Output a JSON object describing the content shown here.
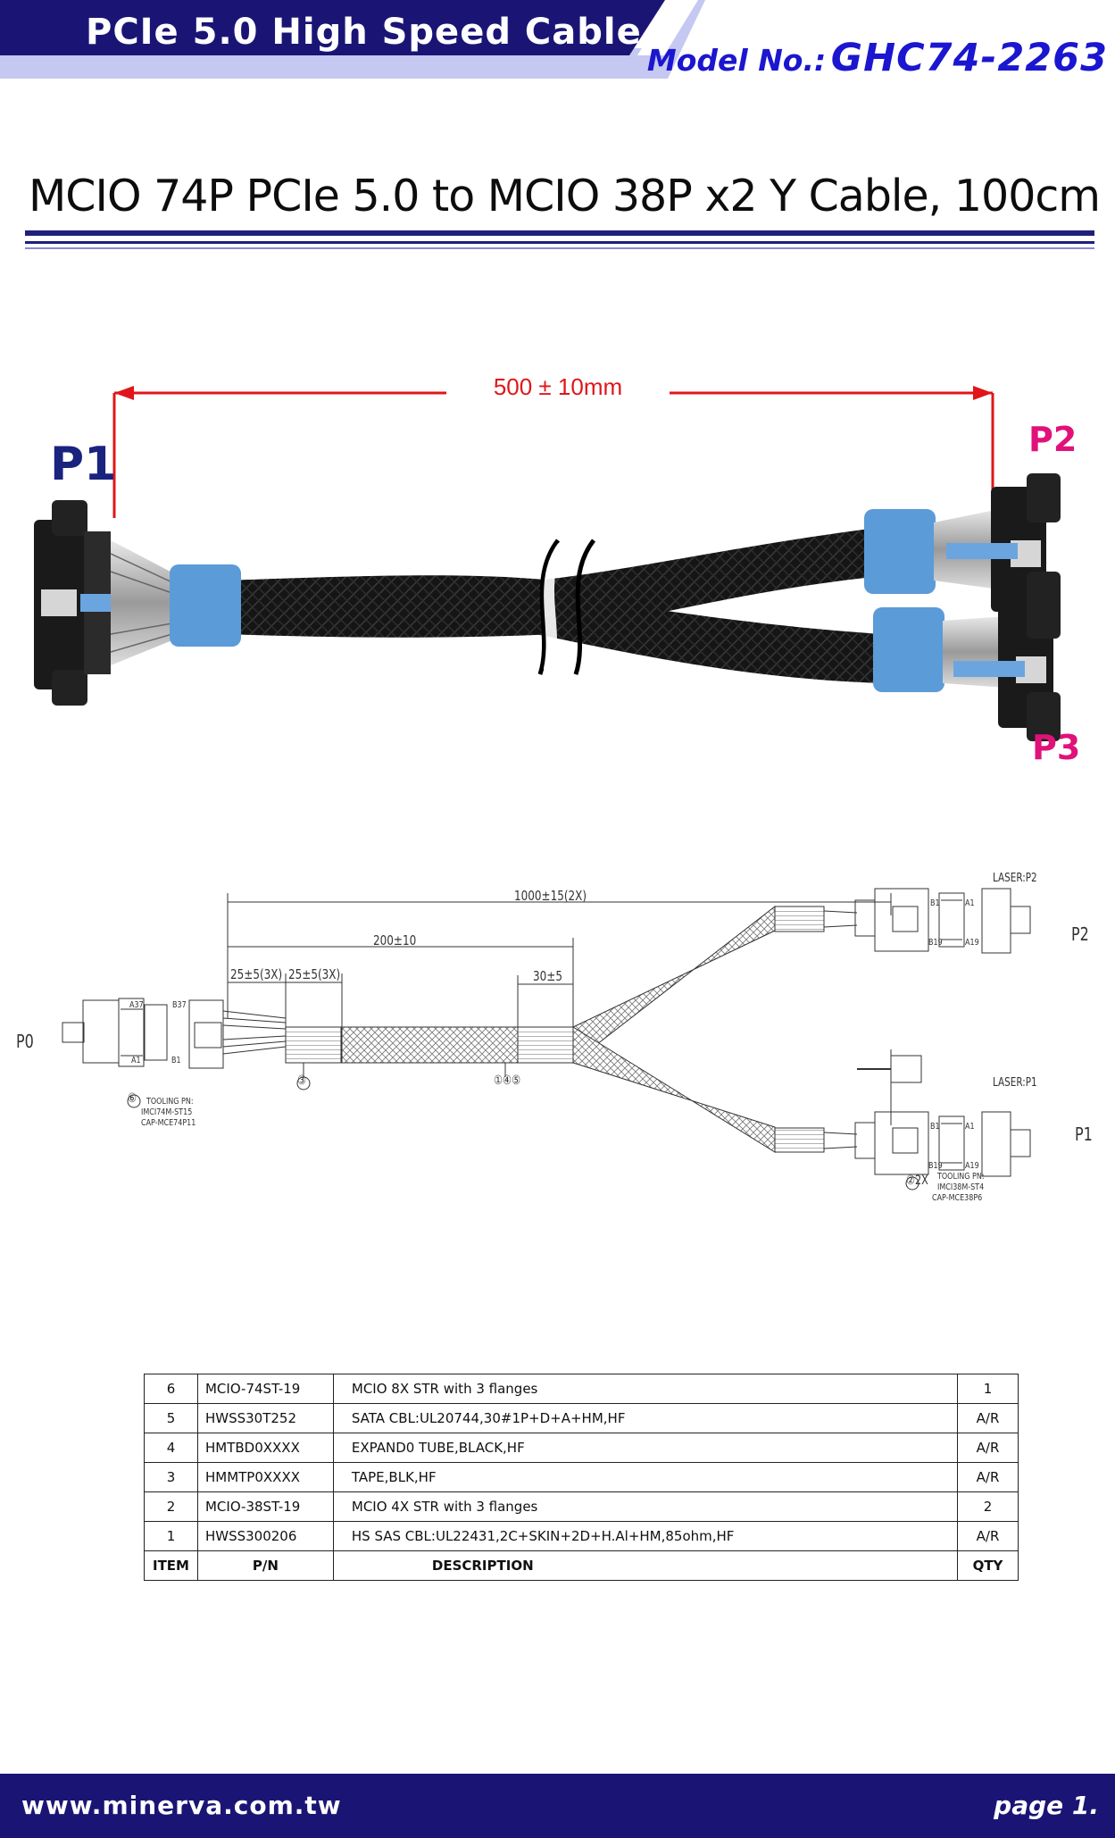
{
  "header": {
    "title": "PCIe 5.0 High Speed Cable",
    "model_label": "Model No.:",
    "model_number": "GHC74-2263",
    "colors": {
      "band": "#1a1575",
      "accent": "#1b16cf",
      "stripe": "#c5c8f0"
    }
  },
  "product_title": "MCIO 74P PCIe 5.0 to MCIO 38P x2 Y Cable, 100cm",
  "photo": {
    "label_p1": "P1",
    "label_p2": "P2",
    "label_p3": "P3",
    "dimension": "500 ± 10mm",
    "colors": {
      "p1": "#1a237e",
      "p2_p3": "#e0127a",
      "dimension": "#e0161a"
    }
  },
  "drawing": {
    "overall_length": "1000±15(2X)",
    "branch_length": "200±10",
    "seg_a": "25±5(3X)",
    "seg_b": "25±5(3X)",
    "seg_c": "30±5",
    "p0": "P0",
    "p1": "P1",
    "p2": "P2",
    "laser_p2": "LASER:P2",
    "laser_p1": "LASER:P1",
    "pin_a37": "A37",
    "pin_b37": "B37",
    "pin_a1": "A1",
    "pin_b1": "B1",
    "pin_b1r": "B1",
    "pin_a1r": "A1",
    "pin_b19": "B19",
    "pin_a19": "A19",
    "pin_b1r2": "B1",
    "pin_a1r2": "A1",
    "pin_b19r2": "B19",
    "pin_a19r2": "A19",
    "callout_6": "⑥",
    "tooling_left_1": "TOOLING PN:",
    "tooling_left_2": "IMCI74M-ST15",
    "tooling_left_3": "CAP-MCE74P11",
    "callout_3": "③",
    "callout_145": "①④⑤",
    "callout_2": "②2X",
    "tooling_right_1": "TOOLING PN:",
    "tooling_right_2": "IMCI38M-ST4",
    "tooling_right_3": "CAP-MCE38P6"
  },
  "bom": {
    "rows": [
      {
        "item": "6",
        "pn": "MCIO-74ST-19",
        "desc": "MCIO 8X STR with 3 flanges",
        "qty": "1"
      },
      {
        "item": "5",
        "pn": "HWSS30T252",
        "desc": "SATA CBL:UL20744,30#1P+D+A+HM,HF",
        "qty": "A/R"
      },
      {
        "item": "4",
        "pn": "HMTBD0XXXX",
        "desc": "EXPAND0 TUBE,BLACK,HF",
        "qty": "A/R"
      },
      {
        "item": "3",
        "pn": "HMMTP0XXXX",
        "desc": "TAPE,BLK,HF",
        "qty": "A/R"
      },
      {
        "item": "2",
        "pn": "MCIO-38ST-19",
        "desc": "MCIO 4X STR with 3 flanges",
        "qty": "2"
      },
      {
        "item": "1",
        "pn": "HWSS300206",
        "desc": "HS SAS CBL:UL22431,2C+SKIN+2D+H.Al+HM,85ohm,HF",
        "qty": "A/R"
      }
    ],
    "header": {
      "item": "ITEM",
      "pn": "P/N",
      "desc": "DESCRIPTION",
      "qty": "QTY"
    }
  },
  "footer": {
    "website": "www.minerva.com.tw",
    "page": "page 1."
  }
}
